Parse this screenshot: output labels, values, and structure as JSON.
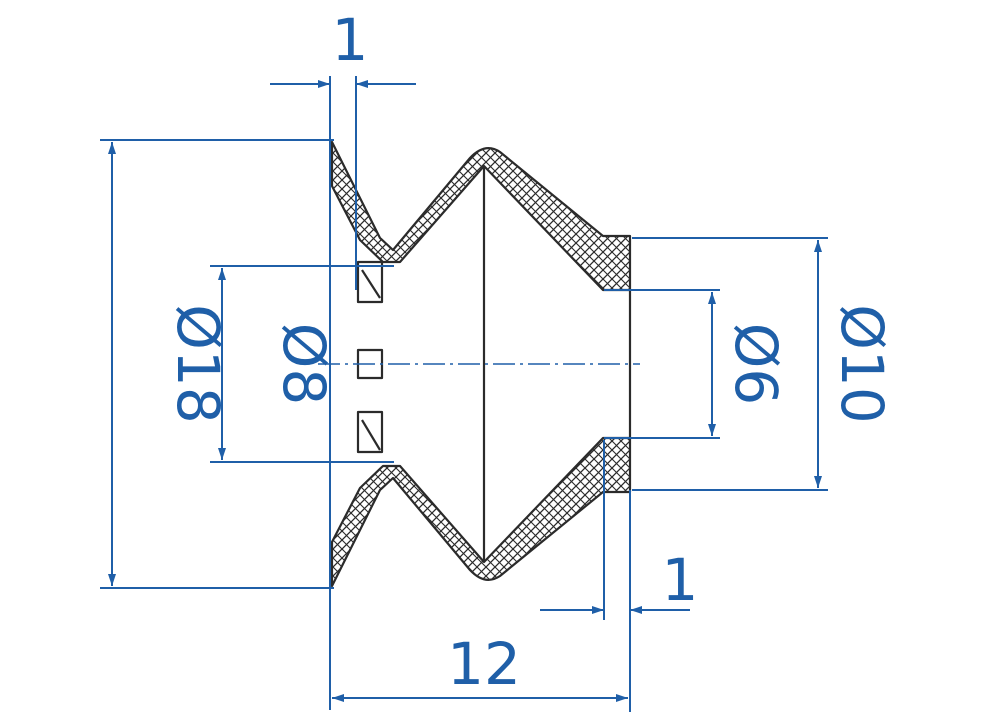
{
  "colors": {
    "dimension": "#1f5fa8",
    "part": "#2b2b2b",
    "background": "#ffffff"
  },
  "dimensions": {
    "outer_diameter": "Ø18",
    "inner_diameter": "Ø8",
    "neck_inner_diameter": "Ø6",
    "neck_outer_diameter": "Ø10",
    "top_wall_thickness": "1",
    "neck_wall_thickness": "1",
    "overall_length": "12"
  }
}
